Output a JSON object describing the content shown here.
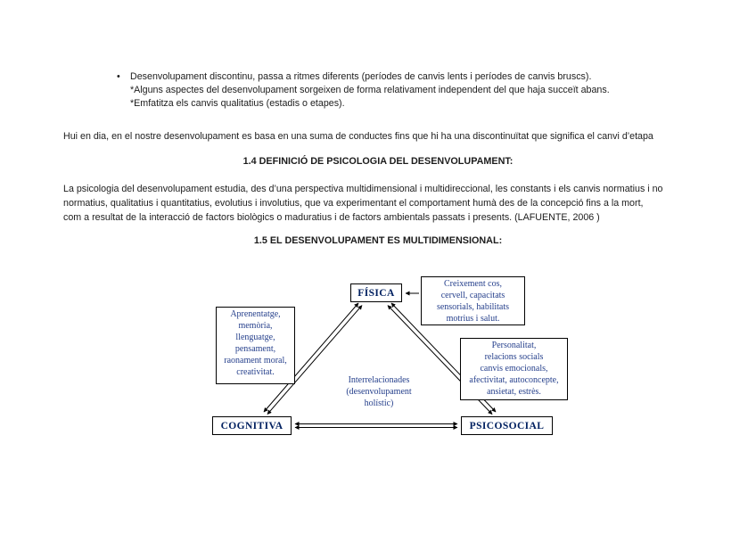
{
  "content": {
    "bullet_char": "•",
    "bullets": {
      "item1": "Desenvolupament discontinu, passa a ritmes diferents (períodes de canvis lents i períodes de canvis bruscs).",
      "sub1": "*Alguns aspectes del desenvolupament sorgeixen de forma relativament independent del que haja succeït abans.",
      "sub2": "*Emfatitza els canvis qualitatius (estadis o etapes)."
    },
    "paragraph_intro": "Hui en dia, en el nostre desenvolupament es basa en una suma de conductes fins que hi ha una discontinuïtat que significa el canvi d’etapa",
    "section_1_4": {
      "heading": "1.4 DEFINICIÓ DE PSICOLOGIA DEL DESENVOLUPAMENT:",
      "body": "La psicologia del desenvolupament estudia, des d’una perspectiva multidimensional i multidireccional, les constants i els canvis normatius i no\nnormatius, qualitatius i quantitatius, evolutius i involutius, que va experimentant el comportament humà des de la concepció fins a la mort,\ncom a resultat de la interacció de factors biològics o maduratius i de factors ambientals passats i presents.  (LAFUENTE, 2006 )"
    },
    "section_1_5": {
      "heading": "1.5 EL DESENVOLUPAMENT ES MULTIDIMENSIONAL:"
    }
  },
  "diagram": {
    "nodes": {
      "fisica": {
        "label": "FÍSICA",
        "description": "Creixement cos,\ncervell, capacitats\nsensorials, habilitats\nmotrius i salut."
      },
      "cognitiva": {
        "label": "COGNITIVA",
        "description": "Aprenentatge,\nmemòria,\nllenguatge,\npensament,\nraonament moral,\ncreativitat."
      },
      "psicosocial": {
        "label": "PSICOSOCIAL",
        "description": "Personalitat,\nrelacions socials\ncanvis emocionals,\nafectivitat, autoconcepte,\nansietat, estrès."
      }
    },
    "center_label": "Interrelacionades\n(desenvolupament\nholístic)",
    "colors": {
      "node_label": "#002060",
      "description_text": "#26408c",
      "arrow": "#000000",
      "box_border": "#000000",
      "page_background": "#ffffff"
    }
  }
}
